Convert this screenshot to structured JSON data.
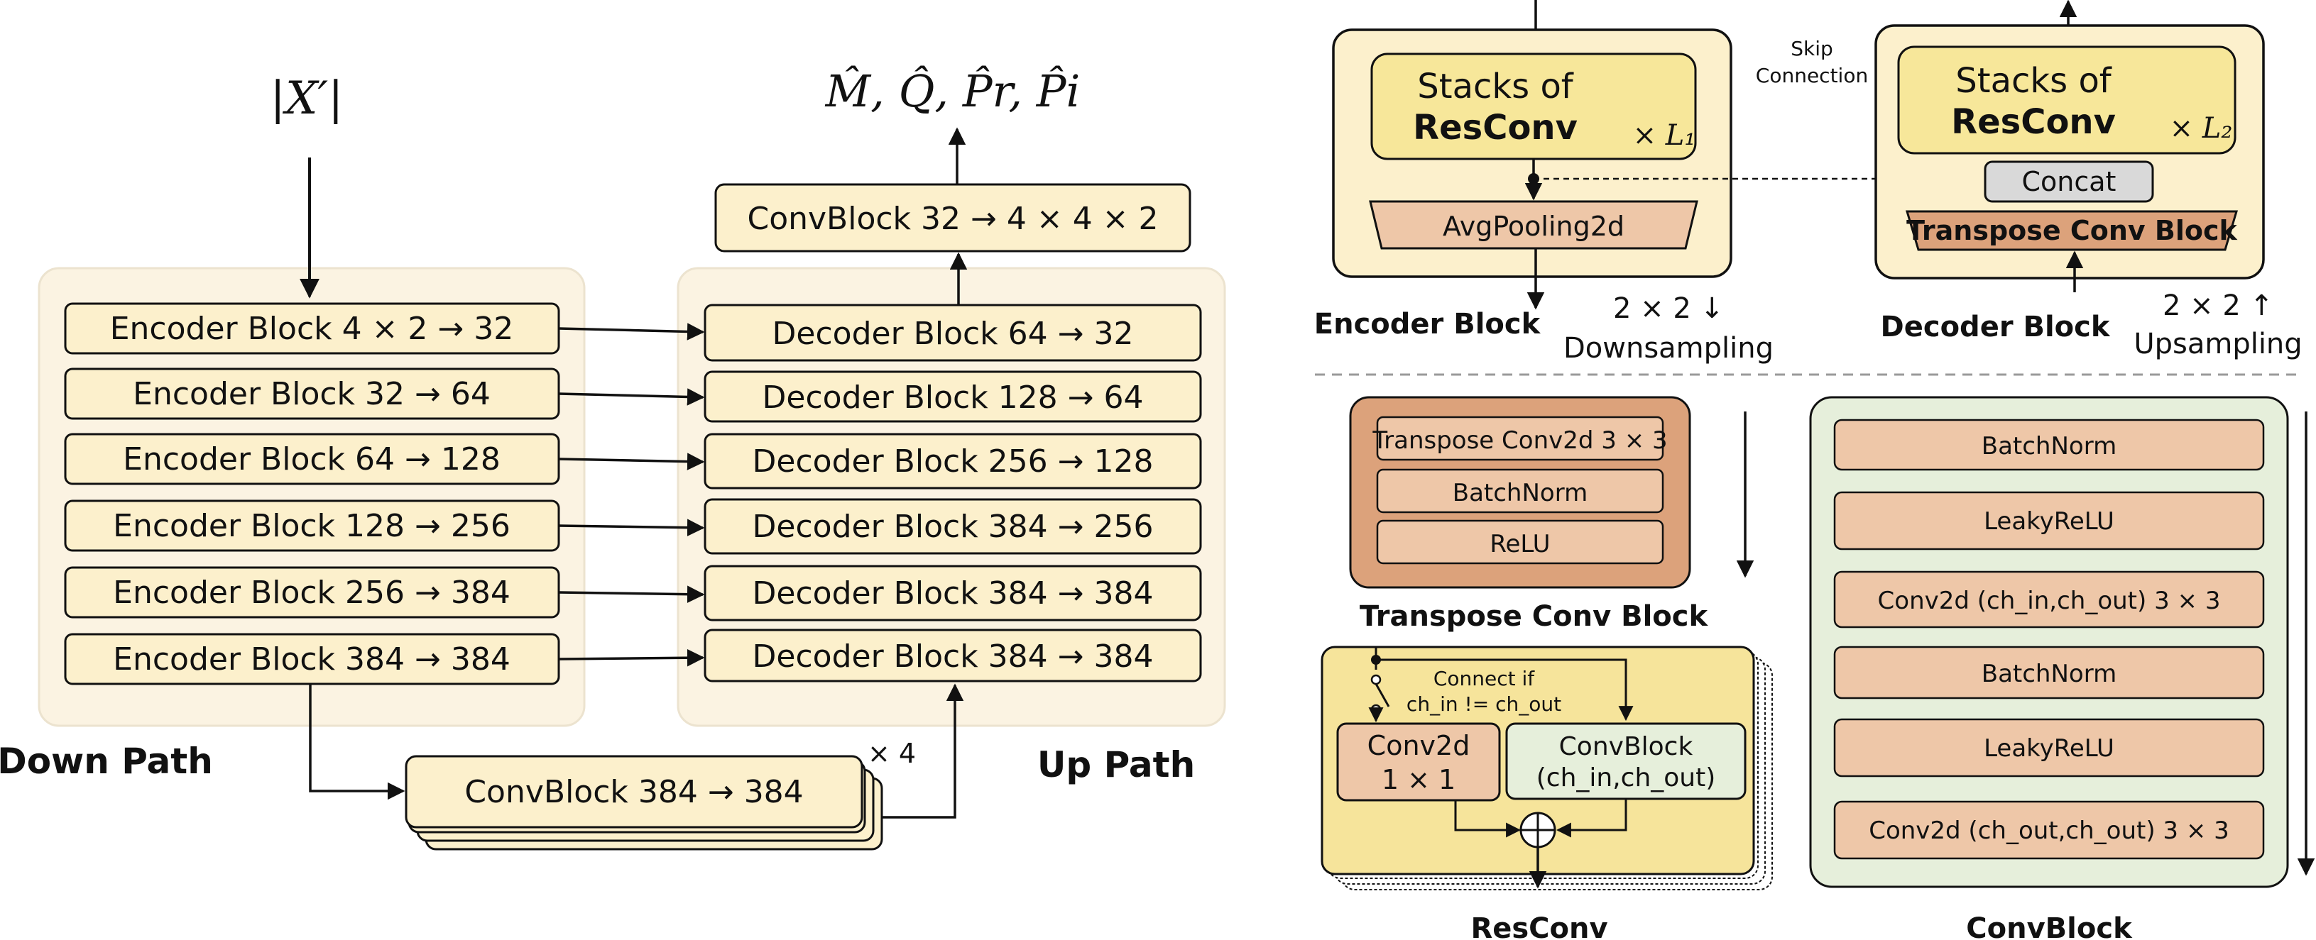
{
  "colors": {
    "panel_bg": "#fbf3e2",
    "panel_border": "#ece3cf",
    "block_fill": "#fcf0cc",
    "yellow_fill": "#f7e79a",
    "orange_fill": "#eec7a8",
    "orange_dark": "#dca27b",
    "green_fill": "#e6efdb",
    "gray_fill": "#d9d9d9",
    "resconv_fill": "#f6e49b",
    "stroke": "#111111"
  },
  "left": {
    "input_label": "|X′|",
    "output_label": "M̂, Q̂, P̂r, P̂i",
    "down_title": "Down Path",
    "up_title": "Up Path",
    "head_block": "ConvBlock 32 → 4 × 4 × 2",
    "bottleneck": "ConvBlock 384 → 384",
    "bottleneck_repeat": "× 4",
    "encoders": [
      "Encoder Block 4 × 2 →  32",
      "Encoder Block 32 → 64",
      "Encoder Block 64 → 128",
      "Encoder Block 128 → 256",
      "Encoder Block 256 → 384",
      "Encoder Block 384 → 384"
    ],
    "decoders": [
      "Decoder Block 64 → 32",
      "Decoder Block 128 → 64",
      "Decoder Block 256 → 128",
      "Decoder Block 384 → 256",
      "Decoder Block 384 → 384",
      "Decoder Block 384 → 384"
    ]
  },
  "encoder_block": {
    "stacks_line1": "Stacks of",
    "stacks_line2": "ResConv",
    "repeat": "× L₁",
    "pool": "AvgPooling2d",
    "title": "Encoder Block",
    "sampling_line1": "2 × 2 ↓",
    "sampling_line2": "Downsampling"
  },
  "skip": {
    "line1": "Skip",
    "line2": "Connection"
  },
  "decoder_block": {
    "stacks_line1": "Stacks of",
    "stacks_line2": "ResConv",
    "repeat": "× L₂",
    "concat": "Concat",
    "transpose": "Transpose Conv Block",
    "title": "Decoder Block",
    "sampling_line1": "2 × 2 ↑",
    "sampling_line2": "Upsampling"
  },
  "transpose_block": {
    "layers": [
      "Transpose Conv2d 3 × 3",
      "BatchNorm",
      "ReLU"
    ],
    "title": "Transpose Conv Block"
  },
  "resconv": {
    "connect_line1": "Connect if",
    "connect_line2": "ch_in != ch_out",
    "conv_line1": "Conv2d",
    "conv_line2": "1 × 1",
    "convblock_line1": "ConvBlock",
    "convblock_line2": "(ch_in,ch_out)",
    "title": "ResConv"
  },
  "convblock": {
    "layers": [
      "BatchNorm",
      "LeakyReLU",
      "Conv2d (ch_in,ch_out) 3 × 3",
      "BatchNorm",
      "LeakyReLU",
      "Conv2d (ch_out,ch_out) 3 × 3"
    ],
    "title": "ConvBlock"
  }
}
